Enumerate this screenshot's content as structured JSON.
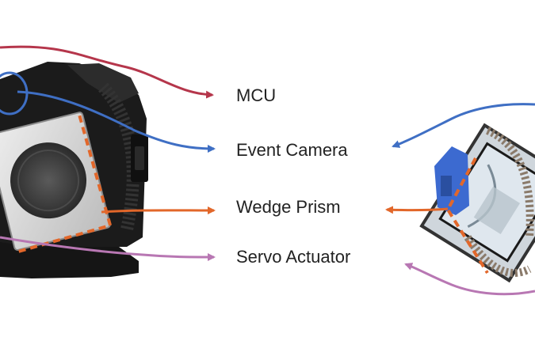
{
  "labels": {
    "mcu": "MCU",
    "event_camera": "Event Camera",
    "wedge_prism": "Wedge Prism",
    "servo_actuator": "Servo Actuator"
  },
  "colors": {
    "mcu": "#b5364b",
    "event_camera": "#3f6fc4",
    "wedge_prism": "#e2672a",
    "servo_actuator": "#b877b3",
    "device_body": "#1b1b1b",
    "gear": "#2a2a2a",
    "prism_glass": "#d9d9d9",
    "prism_lens": "#3a3a3a",
    "servo_blue": "#3c6ad0"
  }
}
